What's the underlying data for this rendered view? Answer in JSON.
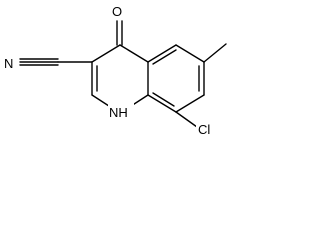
{
  "structure": {
    "atoms": {
      "oxygen": "O",
      "nitrile_nitrogen": "N",
      "chlorine": "Cl",
      "ring_nh": "NH",
      "nh_h": "1",
      "nh_n": "N",
      "nh_label_combined": "NH"
    }
  },
  "colors": {
    "background": "#ffffff",
    "ink": "#000000"
  }
}
